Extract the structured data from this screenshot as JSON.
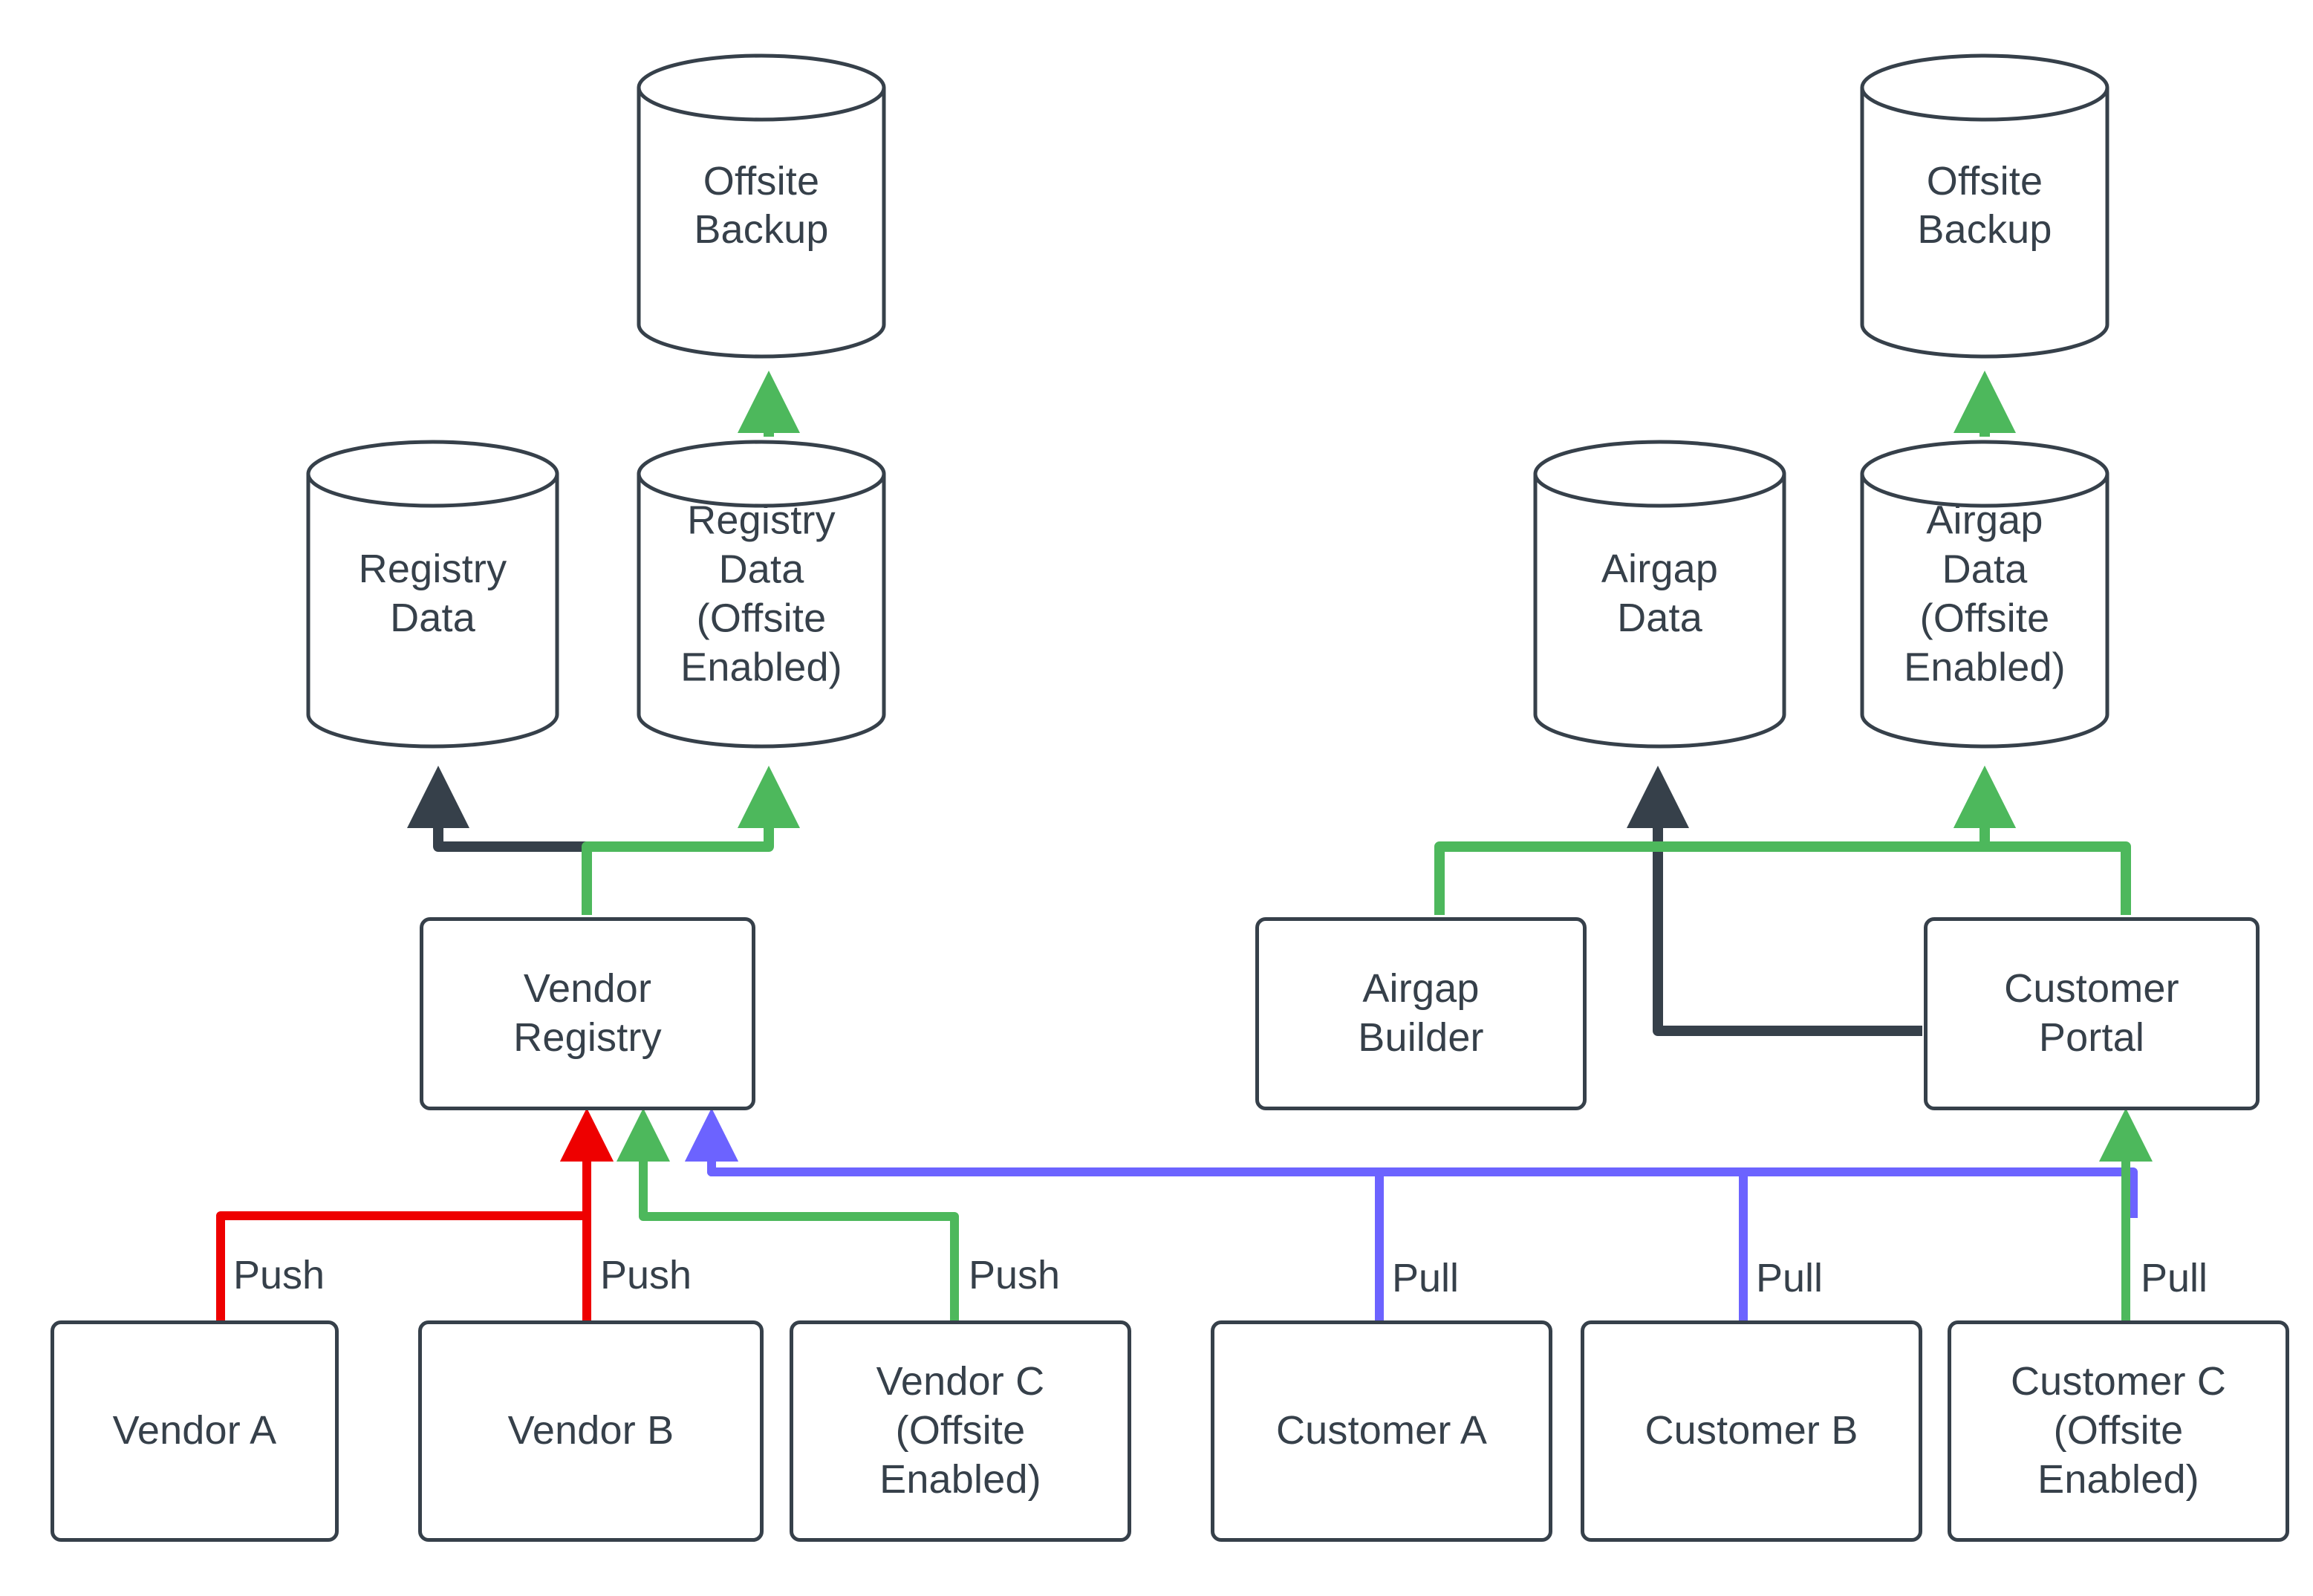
{
  "diagram": {
    "title": "Vendor Registry and Customer Portal data flow",
    "background": "#ffffff",
    "stroke": "#36404a",
    "colors": {
      "dark": "#36404a",
      "green": "#4DB85C",
      "red": "#EE0000",
      "blue": "#6C63FF"
    }
  },
  "nodes": {
    "offsite_backup_left": {
      "label": "Offsite\nBackup",
      "shape": "cylinder"
    },
    "registry_data": {
      "label": "Registry\nData",
      "shape": "cylinder"
    },
    "registry_data_offsite": {
      "label": "Registry\nData\n(Offsite\nEnabled)",
      "shape": "cylinder"
    },
    "offsite_backup_right": {
      "label": "Offsite\nBackup",
      "shape": "cylinder"
    },
    "airgap_data": {
      "label": "Airgap\nData",
      "shape": "cylinder"
    },
    "airgap_data_offsite": {
      "label": "Airgap\nData\n(Offsite\nEnabled)",
      "shape": "cylinder"
    },
    "vendor_registry": {
      "label": "Vendor\nRegistry",
      "shape": "box"
    },
    "airgap_builder": {
      "label": "Airgap\nBuilder",
      "shape": "box"
    },
    "customer_portal": {
      "label": "Customer\nPortal",
      "shape": "box"
    },
    "vendor_a": {
      "label": "Vendor A",
      "shape": "box"
    },
    "vendor_b": {
      "label": "Vendor B",
      "shape": "box"
    },
    "vendor_c": {
      "label": "Vendor C\n(Offsite\nEnabled)",
      "shape": "box"
    },
    "customer_a": {
      "label": "Customer A",
      "shape": "box"
    },
    "customer_b": {
      "label": "Customer B",
      "shape": "box"
    },
    "customer_c": {
      "label": "Customer C\n(Offsite\nEnabled)",
      "shape": "box"
    }
  },
  "edge_labels": {
    "vendor_a_push": "Push",
    "vendor_b_push": "Push",
    "vendor_c_push": "Push",
    "customer_a_pull": "Pull",
    "customer_b_pull": "Pull",
    "customer_c_pull": "Pull"
  },
  "edges": [
    {
      "from": "registry_data_offsite",
      "to": "offsite_backup_left",
      "color": "green",
      "label": ""
    },
    {
      "from": "airgap_data_offsite",
      "to": "offsite_backup_right",
      "color": "green",
      "label": ""
    },
    {
      "from": "vendor_registry",
      "to": "registry_data",
      "color": "dark",
      "label": ""
    },
    {
      "from": "vendor_registry",
      "to": "registry_data_offsite",
      "color": "green",
      "label": ""
    },
    {
      "from": "customer_portal",
      "to": "airgap_data",
      "color": "dark",
      "label": ""
    },
    {
      "from": "airgap_builder",
      "to": "airgap_data_offsite",
      "color": "green",
      "label": ""
    },
    {
      "from": "customer_portal",
      "to": "airgap_data_offsite",
      "color": "green",
      "label": ""
    },
    {
      "from": "vendor_a",
      "to": "vendor_registry",
      "color": "red",
      "label": "Push"
    },
    {
      "from": "vendor_b",
      "to": "vendor_registry",
      "color": "red",
      "label": "Push"
    },
    {
      "from": "vendor_c",
      "to": "vendor_registry",
      "color": "green",
      "label": "Push"
    },
    {
      "from": "customer_a",
      "to": "vendor_registry",
      "color": "blue",
      "label": "Pull"
    },
    {
      "from": "customer_b",
      "to": "vendor_registry",
      "color": "blue",
      "label": "Pull"
    },
    {
      "from": "customer_c",
      "to": "customer_portal",
      "color": "green",
      "label": "Pull"
    }
  ]
}
